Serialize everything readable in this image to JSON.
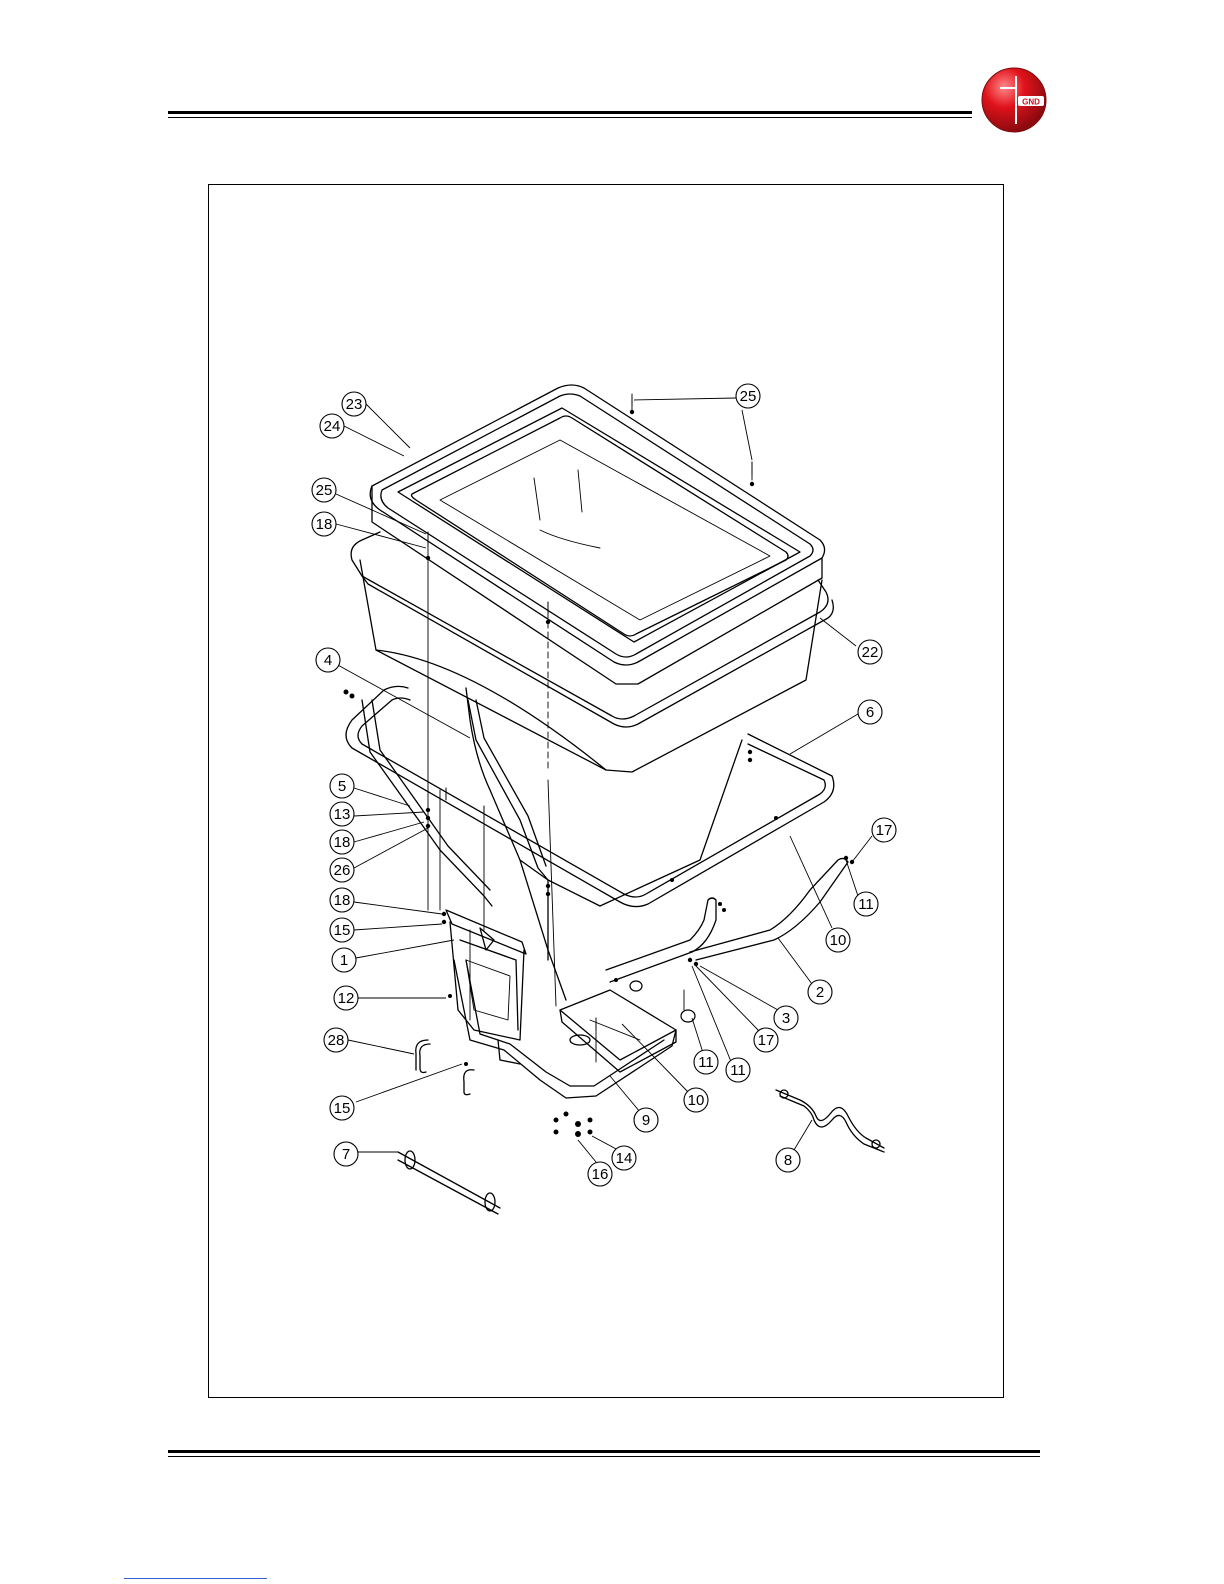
{
  "header": {
    "logo_text": "GND",
    "logo_color": "#d9141d"
  },
  "diagram": {
    "callouts": [
      {
        "id": "c1",
        "label": "1"
      },
      {
        "id": "c2",
        "label": "2"
      },
      {
        "id": "c3",
        "label": "3"
      },
      {
        "id": "c4",
        "label": "4"
      },
      {
        "id": "c5",
        "label": "5"
      },
      {
        "id": "c6",
        "label": "6"
      },
      {
        "id": "c7",
        "label": "7"
      },
      {
        "id": "c8",
        "label": "8"
      },
      {
        "id": "c9",
        "label": "9"
      },
      {
        "id": "c10a",
        "label": "10"
      },
      {
        "id": "c10b",
        "label": "10"
      },
      {
        "id": "c11a",
        "label": "11"
      },
      {
        "id": "c11b",
        "label": "11"
      },
      {
        "id": "c11c",
        "label": "11"
      },
      {
        "id": "c12",
        "label": "12"
      },
      {
        "id": "c13",
        "label": "13"
      },
      {
        "id": "c14",
        "label": "14"
      },
      {
        "id": "c15a",
        "label": "15"
      },
      {
        "id": "c15b",
        "label": "15"
      },
      {
        "id": "c16",
        "label": "16"
      },
      {
        "id": "c17a",
        "label": "17"
      },
      {
        "id": "c17b",
        "label": "17"
      },
      {
        "id": "c18a",
        "label": "18"
      },
      {
        "id": "c18b",
        "label": "18"
      },
      {
        "id": "c18c",
        "label": "18"
      },
      {
        "id": "c22",
        "label": "22"
      },
      {
        "id": "c23",
        "label": "23"
      },
      {
        "id": "c24",
        "label": "24"
      },
      {
        "id": "c25a",
        "label": "25"
      },
      {
        "id": "c25b",
        "label": "25"
      },
      {
        "id": "c26",
        "label": "26"
      },
      {
        "id": "c28",
        "label": "28"
      }
    ]
  }
}
